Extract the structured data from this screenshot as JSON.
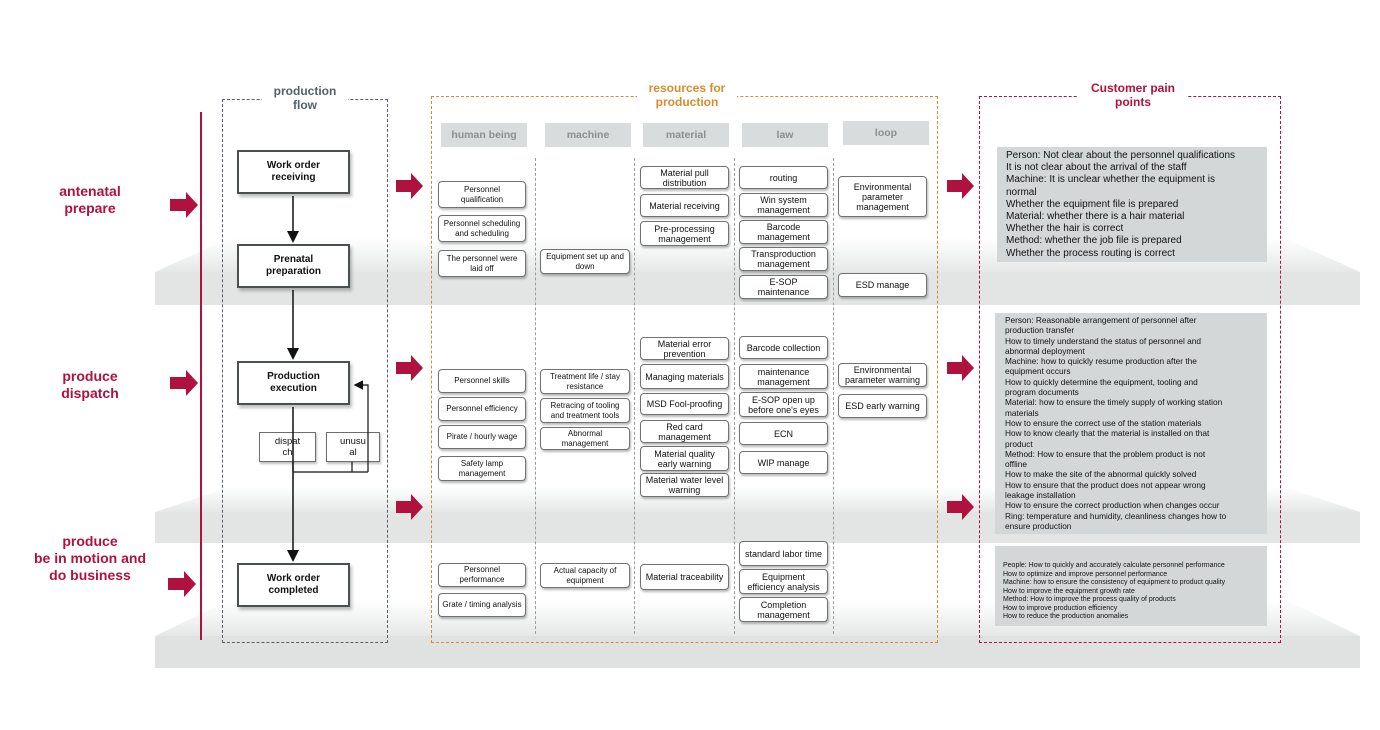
{
  "stages": [
    {
      "line1": "antenatal",
      "line2": "prepare"
    },
    {
      "line1": "produce",
      "line2": "dispatch"
    },
    {
      "line1": "produce",
      "line2": "be in motion and",
      "line3": "do business"
    }
  ],
  "sections": {
    "production_flow": {
      "line1": "production",
      "line2": "flow"
    },
    "resources": {
      "line1": "resources for",
      "line2": "production"
    },
    "pain_points": {
      "line1": "Customer pain",
      "line2": "points"
    }
  },
  "colors": {
    "accent": "#b0123f",
    "resources": "#d98b2b",
    "flow": "#55606a"
  },
  "flow_nodes": {
    "receiving": {
      "line1": "Work order",
      "line2": "receiving"
    },
    "prenatal": {
      "line1": "Prenatal",
      "line2": "preparation"
    },
    "execution": {
      "line1": "Production",
      "line2": "execution"
    },
    "completed": {
      "line1": "Work order",
      "line2": "completed"
    },
    "dispatch": {
      "line1": "dispat",
      "line2": "ch"
    },
    "unusual": {
      "line1": "unusu",
      "line2": "al"
    }
  },
  "columns": [
    "human being",
    "machine",
    "material",
    "law",
    "loop"
  ],
  "resources": {
    "human": [
      "Personnel qualification",
      "Personnel scheduling and scheduling",
      "The personnel were laid off",
      "Personnel skills",
      "Personnel efficiency",
      "Pirate / hourly wage",
      "Safety lamp management",
      "Personnel performance",
      "Grate / timing analysis"
    ],
    "machine": [
      "Equipment set up and down",
      "Treatment life / stay resistance",
      "Retracing of tooling and treatment tools",
      "Abnormal management",
      "Actual capacity of equipment"
    ],
    "material": [
      "Material pull distribution",
      "Material receiving",
      "Pre-processing management",
      "Material error prevention",
      "Managing materials",
      "MSD Fool-proofing",
      "Red card management",
      "Material quality early warning",
      "Material water level warning",
      "Material traceability"
    ],
    "law": [
      "routing",
      "Win system management",
      "Barcode management",
      "Transproduction management",
      "E-SOP maintenance",
      "Barcode collection",
      "maintenance management",
      "E-SOP open up before one's eyes",
      "ECN",
      "WIP manage",
      "standard labor time",
      "Equipment efficiency analysis",
      "Completion management"
    ],
    "loop": [
      "Environmental parameter management",
      "ESD manage",
      "Environmental parameter warning",
      "ESD early warning"
    ]
  },
  "pain_points": {
    "group1": [
      "Person: Not clear about the personnel qualifications",
      "It is not clear about the arrival of the staff",
      "Machine: It is unclear whether the equipment is",
      "normal",
      "Whether the equipment file is prepared",
      "Material: whether there is a hair material",
      "Whether the hair is correct",
      "Method: whether the job file is prepared",
      "Whether the process routing is correct"
    ],
    "group2": [
      "Person: Reasonable arrangement of personnel after",
      "production transfer",
      "How to timely understand the status of personnel and",
      "abnormal deployment",
      "Machine: how to quickly resume production after the",
      "equipment occurs",
      "How to quickly determine the equipment, tooling and",
      "program documents",
      "Material: how to ensure the timely supply of working station",
      "materials",
      "How to ensure the correct use of the station materials",
      "How to know clearly that the material is installed on that",
      "product",
      "Method: How to ensure that the problem product is not",
      "offline",
      "How to make the site of the abnormal quickly solved",
      "How to ensure that the product does not appear wrong",
      "leakage installation",
      "How to ensure the correct production when changes occur",
      "Ring: temperature and humidity, cleanliness changes how to",
      "ensure production"
    ],
    "group3": [
      "People: How to quickly and accurately calculate personnel performance",
      "How to optimize and improve personnel performance",
      "Machine: how to ensure the consistency of equipment to product quality",
      "How to improve the equipment growth rate",
      "Method: How to improve the process quality of products",
      "How to improve production efficiency",
      "How to reduce the production anomalies"
    ]
  }
}
